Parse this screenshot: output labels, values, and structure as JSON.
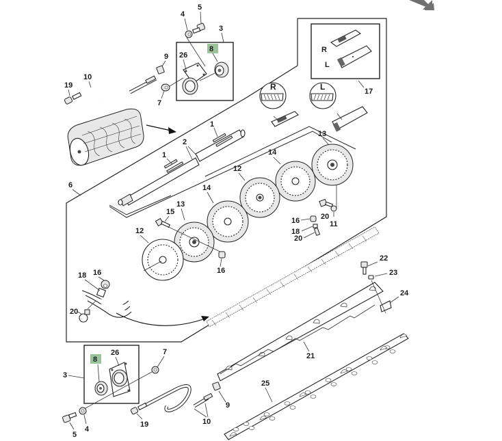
{
  "diagram": {
    "type": "exploded-parts-diagram",
    "highlight_color": "#9cc49c",
    "callouts": {
      "top_assembly": {
        "c4": "4",
        "c5": "5",
        "c3": "3",
        "c8": "8",
        "c9": "9",
        "c26": "26",
        "c10": "10",
        "c19": "19",
        "c7": "7"
      },
      "shaft": {
        "c1a": "1",
        "c1b": "1",
        "c2": "2",
        "c6": "6"
      },
      "knives": {
        "r_label": "R",
        "l_label": "L",
        "inset_r": "R",
        "inset_l": "L",
        "c17": "17"
      },
      "sprockets": {
        "c13a": "13",
        "c14a": "14",
        "c12a": "12",
        "c14b": "14",
        "c13b": "13",
        "c15": "15",
        "c12b": "12",
        "c16a": "16",
        "c20a": "20",
        "c11": "11",
        "c16b": "16",
        "c18a": "18",
        "c20b": "20"
      },
      "detail": {
        "c18": "18",
        "c16": "16",
        "c20": "20"
      },
      "strip": {
        "c22": "22",
        "c23": "23",
        "c24": "24",
        "c21": "21",
        "c25": "25"
      },
      "bottom_assembly": {
        "c8": "8",
        "c26": "26",
        "c7": "7",
        "c3": "3",
        "c9": "9",
        "c19": "19",
        "c10": "10",
        "c5": "5",
        "c4": "4"
      }
    },
    "highlighted_callouts": [
      "8"
    ],
    "nav_arrow": "arrow-down-right-icon"
  }
}
